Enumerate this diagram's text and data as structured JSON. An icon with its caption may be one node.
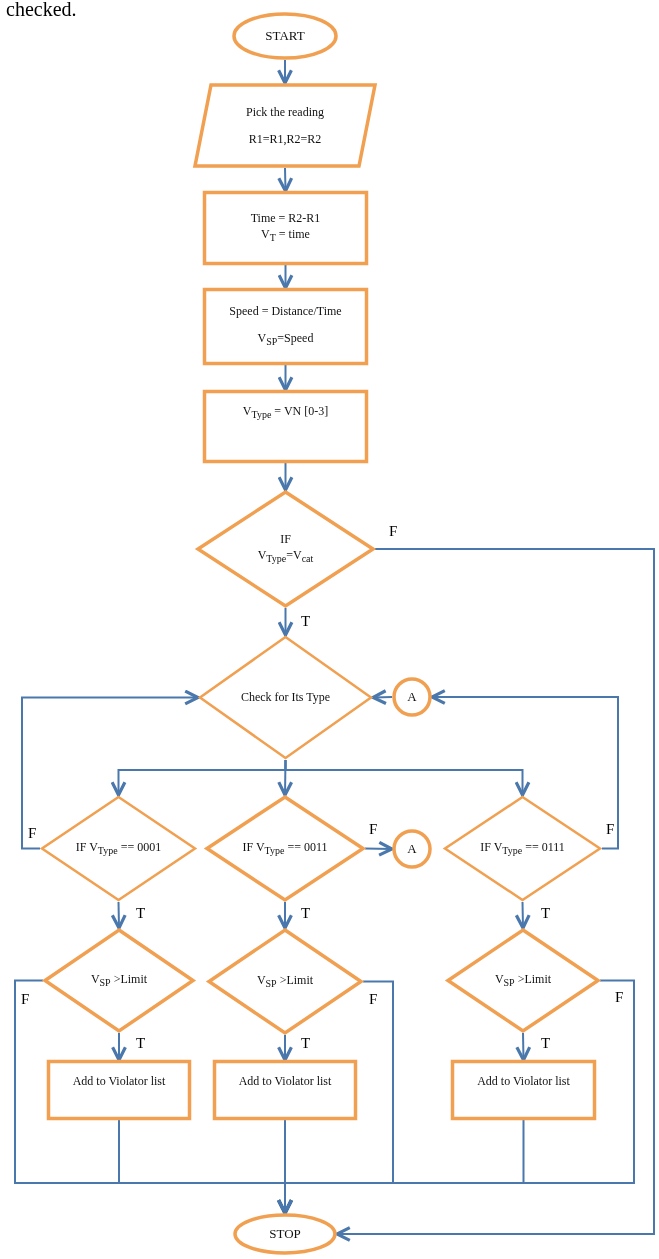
{
  "diagram": {
    "nodes": [
      {
        "text": [
          "START"
        ]
      },
      {
        "text": [
          "Pick the reading",
          "R1=R1,R2=R2"
        ]
      },
      {
        "text": [
          "Time = R2-R1",
          "V$_{T}$ = time"
        ]
      },
      {
        "text": [
          "Speed = Distance/Time",
          "V$_{SP}$=Speed"
        ]
      },
      {
        "text": [
          "V$_{Type}$ = VN [0-3]"
        ]
      },
      {
        "text": [
          "IF",
          "V$_{Type}$=V$_{cat}$"
        ]
      },
      {
        "text": [
          "Check for Its Type"
        ]
      },
      {
        "text": [
          "A"
        ]
      },
      {
        "text": [
          "IF V$_{Type}$ == 0001"
        ]
      },
      {
        "text": [
          "IF V$_{Type}$ == 0011"
        ]
      },
      {
        "text": [
          "A"
        ]
      },
      {
        "text": [
          "IF V$_{Type}$ == 0111"
        ]
      },
      {
        "text": [
          "V$_{SP}$ >Limit"
        ]
      },
      {
        "text": [
          "V$_{SP}$ >Limit"
        ]
      },
      {
        "text": [
          "V$_{SP}$ >Limit"
        ]
      },
      {
        "text": [
          "Add to Violator list"
        ]
      },
      {
        "text": [
          "Add to Violator list"
        ]
      },
      {
        "text": [
          "Add to Violator list"
        ]
      },
      {
        "text": [
          "STOP"
        ]
      }
    ],
    "edges": [
      {
        "from": 0,
        "to": 1,
        "arrow": "to"
      },
      {
        "from": 1,
        "to": 2,
        "arrow": "to"
      },
      {
        "from": 2,
        "to": 3,
        "arrow": "to"
      },
      {
        "from": 3,
        "to": 4,
        "arrow": "to"
      },
      {
        "from": 4,
        "to": 5,
        "arrow": "to"
      },
      {
        "from": 5,
        "to": 18,
        "arrow": "to",
        "label": "F"
      },
      {
        "from": 5,
        "to": 6,
        "arrow": "to",
        "label": "T"
      },
      {
        "from": 6,
        "to": 8,
        "arrow": "to"
      },
      {
        "from": 6,
        "to": 9,
        "arrow": "to"
      },
      {
        "from": 6,
        "to": 11,
        "arrow": "to"
      },
      {
        "from": 8,
        "to": 6,
        "arrow": "to",
        "label": "F"
      },
      {
        "from": 11,
        "to": 7,
        "arrow": "to",
        "label": "F"
      },
      {
        "from": 7,
        "to": 6,
        "arrow": "to"
      },
      {
        "from": 9,
        "to": 10,
        "arrow": "to",
        "label": "F"
      },
      {
        "from": 8,
        "to": 12,
        "arrow": "to",
        "label": "T"
      },
      {
        "from": 9,
        "to": 13,
        "arrow": "to",
        "label": "T"
      },
      {
        "from": 11,
        "to": 14,
        "arrow": "to",
        "label": "T"
      },
      {
        "from": 12,
        "to": 15,
        "arrow": "to",
        "label": "T"
      },
      {
        "from": 13,
        "to": 16,
        "arrow": "to",
        "label": "T"
      },
      {
        "from": 14,
        "to": 17,
        "arrow": "to",
        "label": "T"
      },
      {
        "from": 12,
        "to": 18,
        "arrow": "to",
        "label": "F"
      },
      {
        "from": 15,
        "to": 18,
        "arrow": "to"
      },
      {
        "from": 13,
        "to": 18,
        "arrow": "to",
        "label": "F"
      },
      {
        "from": 16,
        "to": 18,
        "arrow": "to"
      },
      {
        "from": 17,
        "to": 18,
        "arrow": "to"
      },
      {
        "from": 14,
        "to": 18,
        "arrow": "to",
        "label": "F"
      }
    ],
    "labels": [
      "checked."
    ]
  }
}
